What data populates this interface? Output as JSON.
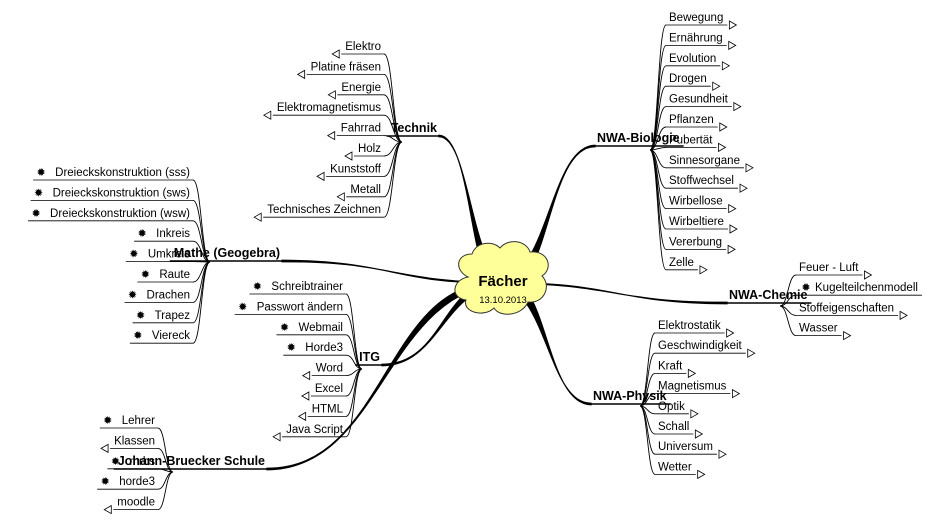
{
  "colors": {
    "line": "#000000",
    "cloud_fill": "#ffff99",
    "cloud_stroke": "#333333",
    "bullet": "#444444"
  },
  "center": {
    "title": "Fächer",
    "date": "13.10.2013"
  },
  "branches": {
    "technik": {
      "label": "Technik",
      "items": [
        {
          "label": "Elektro",
          "link": true,
          "bullet": false
        },
        {
          "label": "Platine fräsen",
          "link": true,
          "bullet": false
        },
        {
          "label": "Energie",
          "link": true,
          "bullet": false
        },
        {
          "label": "Elektromagnetismus",
          "link": true,
          "bullet": false
        },
        {
          "label": "Fahrrad",
          "link": true,
          "bullet": false
        },
        {
          "label": "Holz",
          "link": true,
          "bullet": false
        },
        {
          "label": "Kunststoff",
          "link": true,
          "bullet": false
        },
        {
          "label": "Metall",
          "link": true,
          "bullet": false
        },
        {
          "label": "Technisches Zeichnen",
          "link": true,
          "bullet": false
        }
      ]
    },
    "mathe": {
      "label": "Mathe (Geogebra)",
      "items": [
        {
          "label": "Dreieckskonstruktion (sss)",
          "link": false,
          "bullet": true
        },
        {
          "label": "Dreieckskonstruktion (sws)",
          "link": false,
          "bullet": true
        },
        {
          "label": "Dreieckskonstruktion (wsw)",
          "link": false,
          "bullet": true
        },
        {
          "label": "Inkreis",
          "link": false,
          "bullet": true
        },
        {
          "label": "Umkreis",
          "link": false,
          "bullet": true
        },
        {
          "label": "Raute",
          "link": false,
          "bullet": true
        },
        {
          "label": "Drachen",
          "link": false,
          "bullet": true
        },
        {
          "label": "Trapez",
          "link": false,
          "bullet": true
        },
        {
          "label": "Viereck",
          "link": false,
          "bullet": true
        }
      ]
    },
    "itg": {
      "label": "ITG",
      "items": [
        {
          "label": "Schreibtrainer",
          "link": false,
          "bullet": true
        },
        {
          "label": "Passwort ändern",
          "link": false,
          "bullet": true
        },
        {
          "label": "Webmail",
          "link": false,
          "bullet": true
        },
        {
          "label": "Horde3",
          "link": false,
          "bullet": true
        },
        {
          "label": "Word",
          "link": true,
          "bullet": false
        },
        {
          "label": "Excel",
          "link": true,
          "bullet": false
        },
        {
          "label": "HTML",
          "link": true,
          "bullet": false
        },
        {
          "label": "Java Script",
          "link": true,
          "bullet": false
        }
      ]
    },
    "schule": {
      "label": "Johann-Bruecker Schule",
      "items": [
        {
          "label": "Lehrer",
          "link": false,
          "bullet": true
        },
        {
          "label": "Klassen",
          "link": true,
          "bullet": false
        },
        {
          "label": "mrbs",
          "link": false,
          "bullet": true
        },
        {
          "label": "horde3",
          "link": false,
          "bullet": true
        },
        {
          "label": "moodle",
          "link": true,
          "bullet": false
        }
      ]
    },
    "biologie": {
      "label": "NWA-Biologie",
      "items": [
        {
          "label": "Bewegung",
          "link": true,
          "bullet": false
        },
        {
          "label": "Ernährung",
          "link": true,
          "bullet": false
        },
        {
          "label": "Evolution",
          "link": true,
          "bullet": false
        },
        {
          "label": "Drogen",
          "link": true,
          "bullet": false
        },
        {
          "label": "Gesundheit",
          "link": true,
          "bullet": false
        },
        {
          "label": "Pflanzen",
          "link": true,
          "bullet": false
        },
        {
          "label": "Pubertät",
          "link": true,
          "bullet": false
        },
        {
          "label": "Sinnesorgane",
          "link": true,
          "bullet": false
        },
        {
          "label": "Stoffwechsel",
          "link": true,
          "bullet": false
        },
        {
          "label": "Wirbellose",
          "link": true,
          "bullet": false
        },
        {
          "label": "Wirbeltiere",
          "link": true,
          "bullet": false
        },
        {
          "label": "Vererbung",
          "link": true,
          "bullet": false
        },
        {
          "label": "Zelle",
          "link": true,
          "bullet": false
        }
      ]
    },
    "chemie": {
      "label": "NWA-Chemie",
      "items": [
        {
          "label": "Feuer - Luft",
          "link": true,
          "bullet": false
        },
        {
          "label": "Kugelteilchenmodell",
          "link": false,
          "bullet": true
        },
        {
          "label": "Stoffeigenschaften",
          "link": true,
          "bullet": false
        },
        {
          "label": "Wasser",
          "link": true,
          "bullet": false
        }
      ]
    },
    "physik": {
      "label": "NWA-Physik",
      "items": [
        {
          "label": "Elektrostatik",
          "link": true,
          "bullet": false
        },
        {
          "label": "Geschwindigkeit",
          "link": true,
          "bullet": false
        },
        {
          "label": "Kraft",
          "link": true,
          "bullet": false
        },
        {
          "label": "Magnetismus",
          "link": true,
          "bullet": false
        },
        {
          "label": "Optik",
          "link": true,
          "bullet": false
        },
        {
          "label": "Schall",
          "link": true,
          "bullet": false
        },
        {
          "label": "Universum",
          "link": true,
          "bullet": false
        },
        {
          "label": "Wetter",
          "link": true,
          "bullet": false
        }
      ]
    }
  }
}
